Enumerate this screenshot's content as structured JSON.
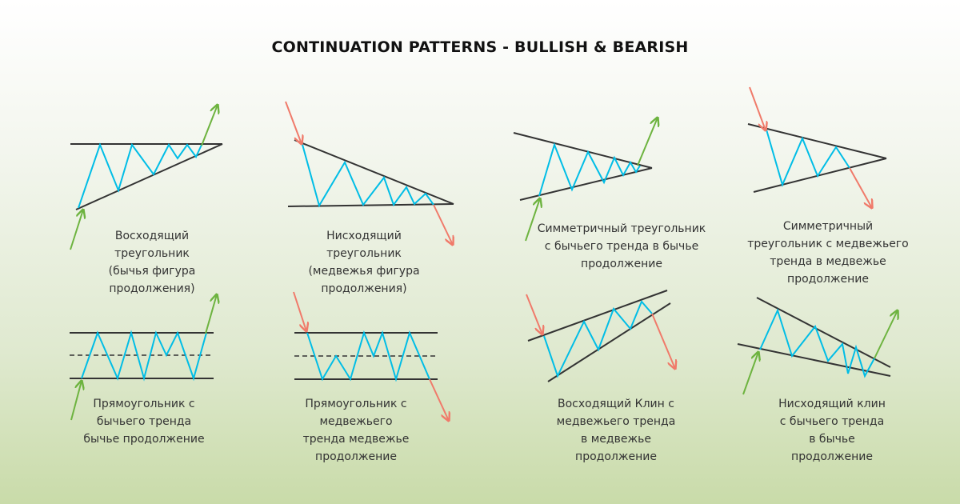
{
  "title": "CONTINUATION PATTERNS - BULLISH & BEARISH",
  "colors": {
    "trend": "#00bde6",
    "bullish": "#6db33f",
    "bearish": "#f07a6a",
    "line": "#333333"
  },
  "patterns": [
    {
      "lines": [
        "Восходящий",
        "треугольник",
        "(бычья фигура",
        "продолжения)"
      ]
    },
    {
      "lines": [
        "Нисходящий",
        "треугольник",
        "(медвежья фигура",
        "продолжения)"
      ]
    },
    {
      "lines": [
        "Симметричный треугольник",
        "с бычьего тренда в бычье",
        "продолжение"
      ]
    },
    {
      "lines": [
        "Симметричный",
        "треугольник с медвежьего",
        "тренда в медвежье",
        "продолжение"
      ]
    },
    {
      "lines": [
        "Прямоугольник с",
        "бычьего тренда",
        "бычье продолжение"
      ]
    },
    {
      "lines": [
        "Прямоугольник с",
        "медвежьего",
        "тренда медвежье",
        "продолжение"
      ]
    },
    {
      "lines": [
        "Восходящий Клин с",
        "медвежьего тренда",
        "в медвежье",
        "продолжение"
      ]
    },
    {
      "lines": [
        "Нисходящий клин",
        "с бычьего тренда",
        "в бычье",
        "продолжение"
      ]
    }
  ]
}
